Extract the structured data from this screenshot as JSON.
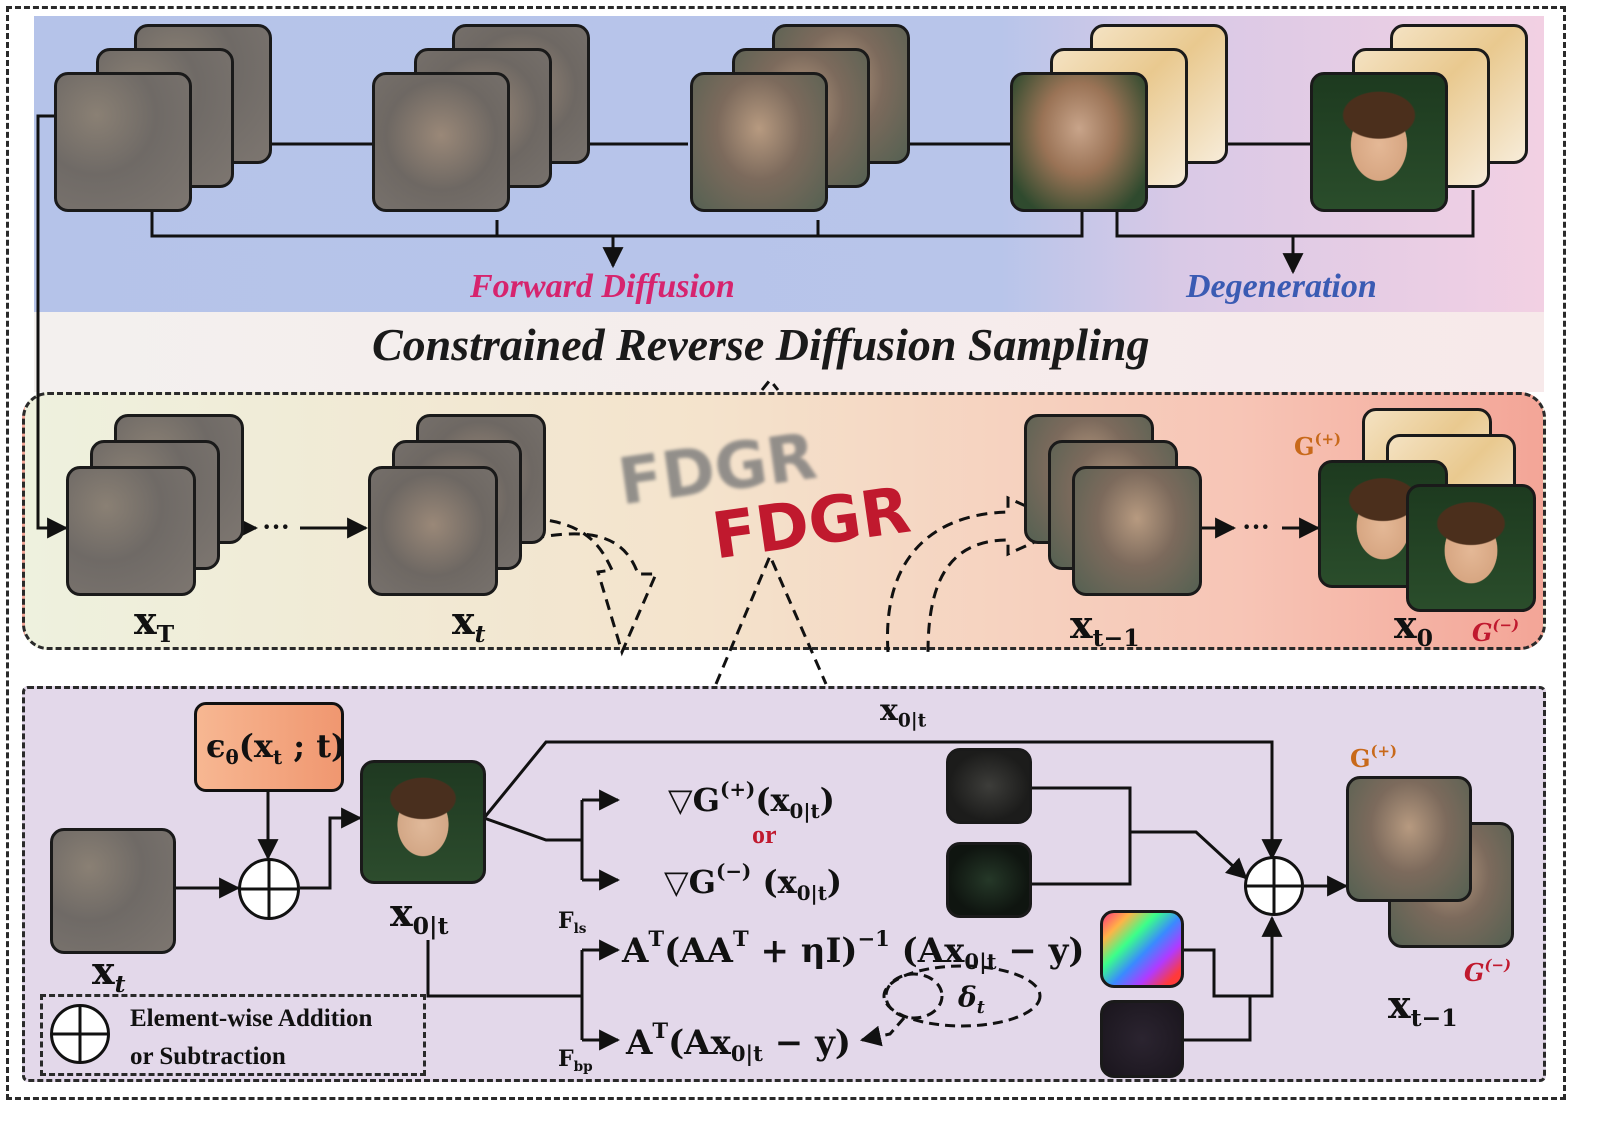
{
  "top": {
    "forward_label": "Forward Diffusion",
    "degeneration_label": "Degeneration"
  },
  "title": "Constrained Reverse Diffusion Sampling",
  "middle": {
    "fdgr_shadow": "FDGR",
    "fdgr": "FDGR",
    "xT": {
      "base": "x",
      "sub": "T"
    },
    "xt": {
      "base": "x",
      "sub": "t"
    },
    "xt1": {
      "base": "x",
      "sub": "t−1"
    },
    "x0": {
      "base": "x",
      "sub": "0"
    },
    "gplus": {
      "base": "G",
      "sup": "(+)"
    },
    "gminus": {
      "base": "G",
      "sup": "(−)"
    },
    "dots": "···"
  },
  "bottom": {
    "eps": {
      "pre": "ϵ",
      "sub": "θ",
      "mid": "(x",
      "sub2": "t",
      "post": " ; t)"
    },
    "xt": {
      "base": "x",
      "sub": "t"
    },
    "x0t": {
      "base": "x",
      "sub": "0|t"
    },
    "x0t_top": {
      "base": "x",
      "sub": "0|t"
    },
    "grad_plus": {
      "pre": "▽G",
      "sup": "(+)",
      "mid": "(x",
      "sub": "0|t",
      "post": ")"
    },
    "or": "or",
    "grad_minus": {
      "pre": "▽G",
      "sup": "(−)",
      "mid": " (x",
      "sub": "0|t",
      "post": ")"
    },
    "fls": {
      "base": "F",
      "sub": "ls"
    },
    "fbp": {
      "base": "F",
      "sub": "bp"
    },
    "ls_formula": {
      "a": "A",
      "a_sup": "T",
      "b": "(AA",
      "b_sup": "T",
      "c": " + ηI)",
      "c_sup": "−1",
      "d": " (Ax",
      "d_sub": "0|t",
      "e": " − y)"
    },
    "bp_formula": {
      "a": "A",
      "a_sup": "T",
      "b": "(Ax",
      "b_sub": "0|t",
      "c": " − y)"
    },
    "delta": {
      "base": "δ",
      "sub": "t"
    },
    "xt1": {
      "base": "x",
      "sub": "t−1"
    },
    "gplus": {
      "base": "G",
      "sup": "(+)"
    },
    "gminus": {
      "base": "G",
      "sup": "(−)"
    },
    "legend_line1": "Element-wise Addition",
    "legend_line2": "or Subtraction"
  },
  "colors": {
    "forward": "#d6246e",
    "degeneration": "#3a5bb3",
    "fdgr": "#c0192e",
    "fdgr_shadow": "#7a7a7a",
    "gplus": "#c8691a",
    "gminus": "#c0192e",
    "eps_box": "#f4a981",
    "top_band_left": "#b8c6ea",
    "top_band_right": "#f2cfe2",
    "bottom_panel": "#e3d7ea"
  }
}
